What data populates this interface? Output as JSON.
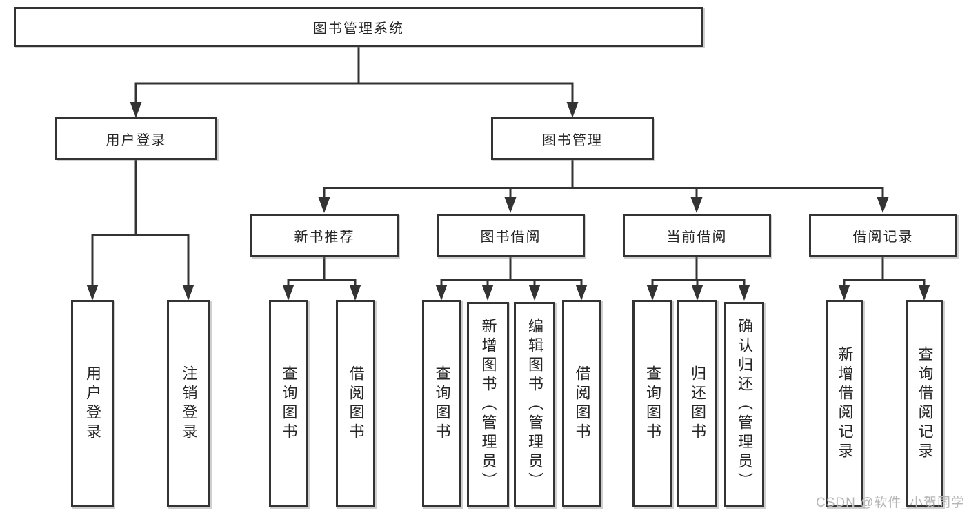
{
  "root": {
    "label": "图书管理系统"
  },
  "level2": [
    {
      "label": "用户登录"
    },
    {
      "label": "图书管理"
    }
  ],
  "level3": [
    {
      "label": "新书推荐"
    },
    {
      "label": "图书借阅"
    },
    {
      "label": "当前借阅"
    },
    {
      "label": "借阅记录"
    }
  ],
  "leaves": {
    "user_login": [
      {
        "label": "用户登录"
      },
      {
        "label": "注销登录"
      }
    ],
    "new_books": [
      {
        "label": "查询图书"
      },
      {
        "label": "借阅图书"
      }
    ],
    "book_borrow": [
      {
        "label": "查询图书"
      },
      {
        "label": "新增图书（管理员）"
      },
      {
        "label": "编辑图书（管理员）"
      },
      {
        "label": "借阅图书"
      }
    ],
    "current_borrow": [
      {
        "label": "查询图书"
      },
      {
        "label": "归还图书"
      },
      {
        "label": "确认归还（管理员）"
      }
    ],
    "borrow_records": [
      {
        "label": "新增借阅记录"
      },
      {
        "label": "查询借阅记录"
      }
    ]
  },
  "watermark": {
    "text": "CSDN @软件_小贺同学"
  },
  "colors": {
    "line": "#333333",
    "box_background": "#ffffff",
    "text": "#262626",
    "watermark": "#b6b6b6",
    "background": "#ffffff"
  }
}
